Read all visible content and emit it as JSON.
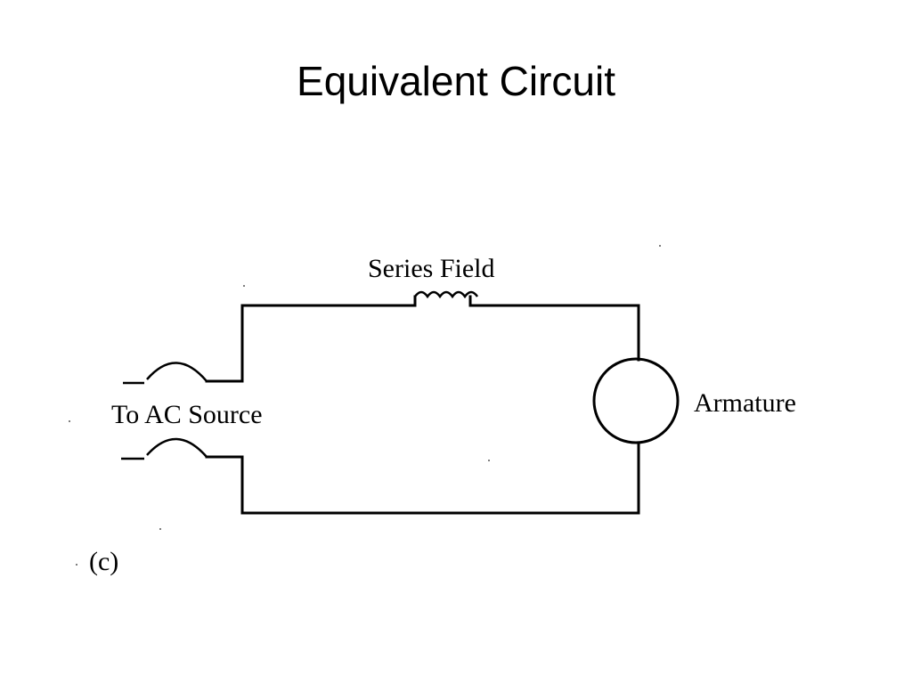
{
  "slide": {
    "title": "Equivalent Circuit"
  },
  "diagram": {
    "series_field_label": "Series Field",
    "armature_label": "Armature",
    "source_label": "To AC Source",
    "figure_label": "(c)"
  },
  "colors": {
    "background": "#ffffff",
    "ink": "#000000"
  }
}
